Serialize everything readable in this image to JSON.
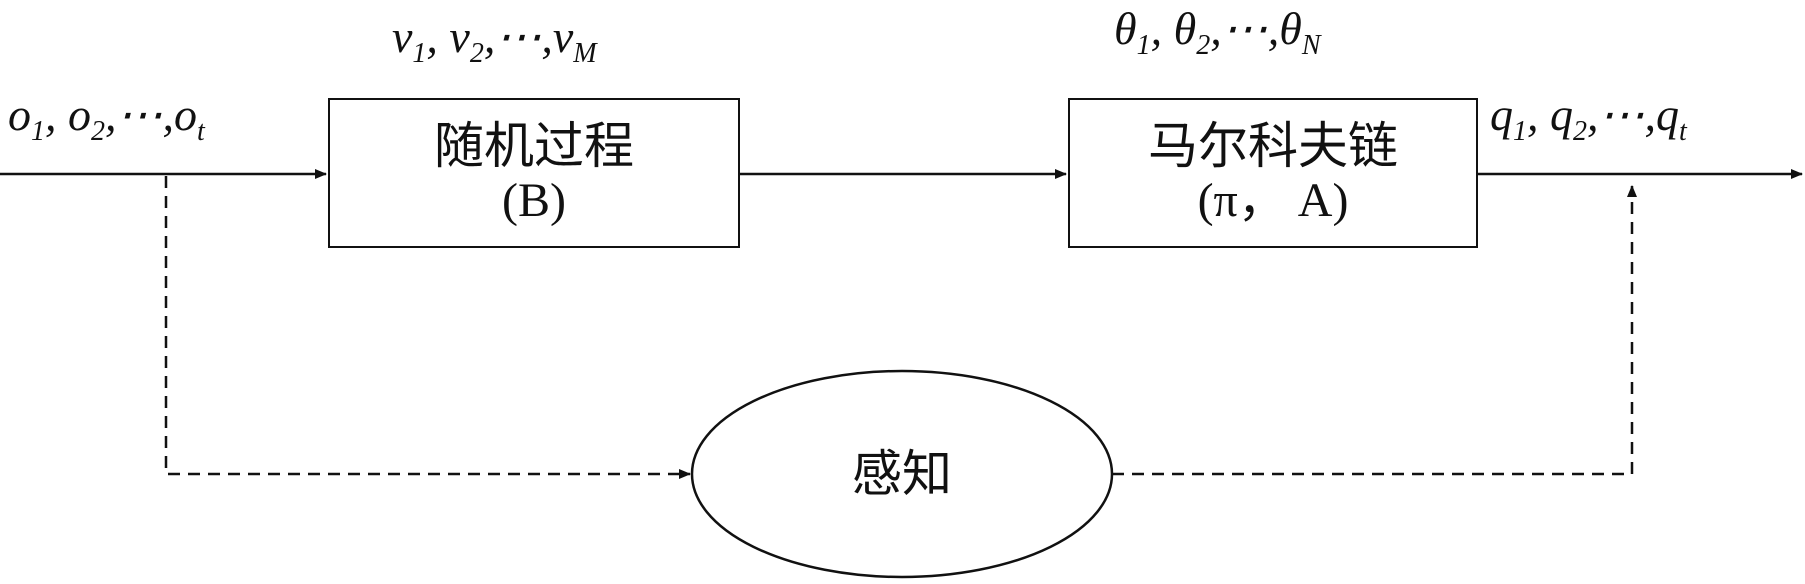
{
  "diagram": {
    "input_seq": {
      "items": [
        {
          "sym": "o",
          "sub": "1",
          "sep": ", "
        },
        {
          "sym": "o",
          "sub": "2",
          "sep": ",⋯,"
        },
        {
          "sym": "o",
          "sub": "t",
          "sep": ""
        }
      ]
    },
    "v_seq": {
      "items": [
        {
          "sym": "v",
          "sub": "1",
          "sep": ", "
        },
        {
          "sym": "v",
          "sub": "2",
          "sep": ",⋯,"
        },
        {
          "sym": "v",
          "sub": "M",
          "sep": ""
        }
      ]
    },
    "theta_seq": {
      "items": [
        {
          "sym": "θ",
          "sub": "1",
          "sep": ", "
        },
        {
          "sym": "θ",
          "sub": "2",
          "sep": ",⋯,"
        },
        {
          "sym": "θ",
          "sub": "N",
          "sep": ""
        }
      ]
    },
    "output_seq": {
      "items": [
        {
          "sym": "q",
          "sub": "1",
          "sep": ", "
        },
        {
          "sym": "q",
          "sub": "2",
          "sep": ",⋯,"
        },
        {
          "sym": "q",
          "sub": "t",
          "sep": ""
        }
      ]
    },
    "random_process": {
      "title": "随机过程",
      "param": "(B)"
    },
    "markov_chain": {
      "title": "马尔科夫链",
      "param": "(π， A)"
    },
    "perception": {
      "label": "感知"
    }
  }
}
